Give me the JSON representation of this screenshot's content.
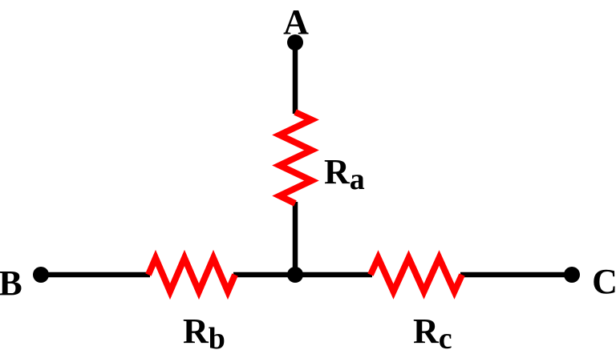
{
  "colors": {
    "resistor": "#ff0000",
    "wire": "#000000",
    "background": "#ffffff"
  },
  "nodes": [
    {
      "id": "A",
      "label": "A"
    },
    {
      "id": "B",
      "label": "B"
    },
    {
      "id": "C",
      "label": "C"
    }
  ],
  "resistors": [
    {
      "id": "Ra",
      "base": "R",
      "subscript": "a"
    },
    {
      "id": "Rb",
      "base": "R",
      "subscript": "b"
    },
    {
      "id": "Rc",
      "base": "R",
      "subscript": "c"
    }
  ]
}
